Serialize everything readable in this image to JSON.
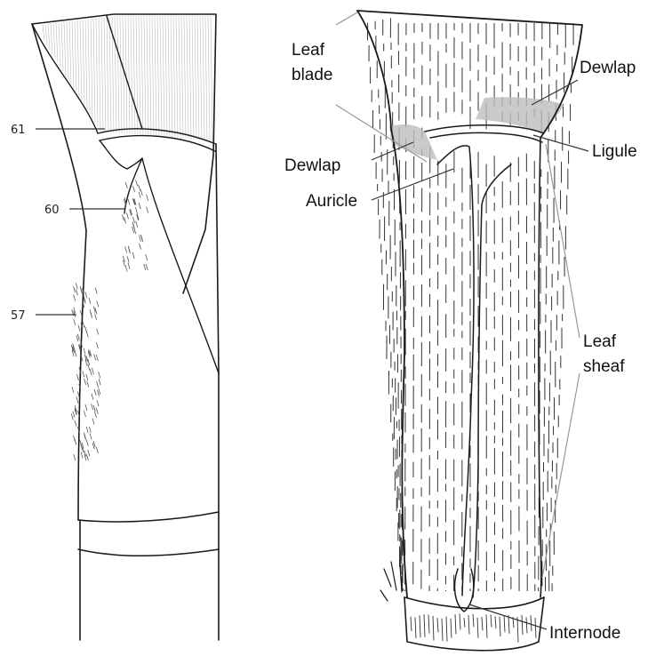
{
  "left_drawing": {
    "callouts": [
      {
        "id": "61",
        "text": "61"
      },
      {
        "id": "60",
        "text": "60"
      },
      {
        "id": "57",
        "text": "57"
      }
    ]
  },
  "right_drawing": {
    "labels": {
      "leaf_blade": [
        "Leaf",
        "blade"
      ],
      "dewlap_top": "Dewlap",
      "dewlap_left": "Dewlap",
      "ligule": "Ligule",
      "auricle": "Auricle",
      "leaf_sheaf": [
        "Leaf",
        "sheaf"
      ],
      "internode": "Internode"
    }
  }
}
